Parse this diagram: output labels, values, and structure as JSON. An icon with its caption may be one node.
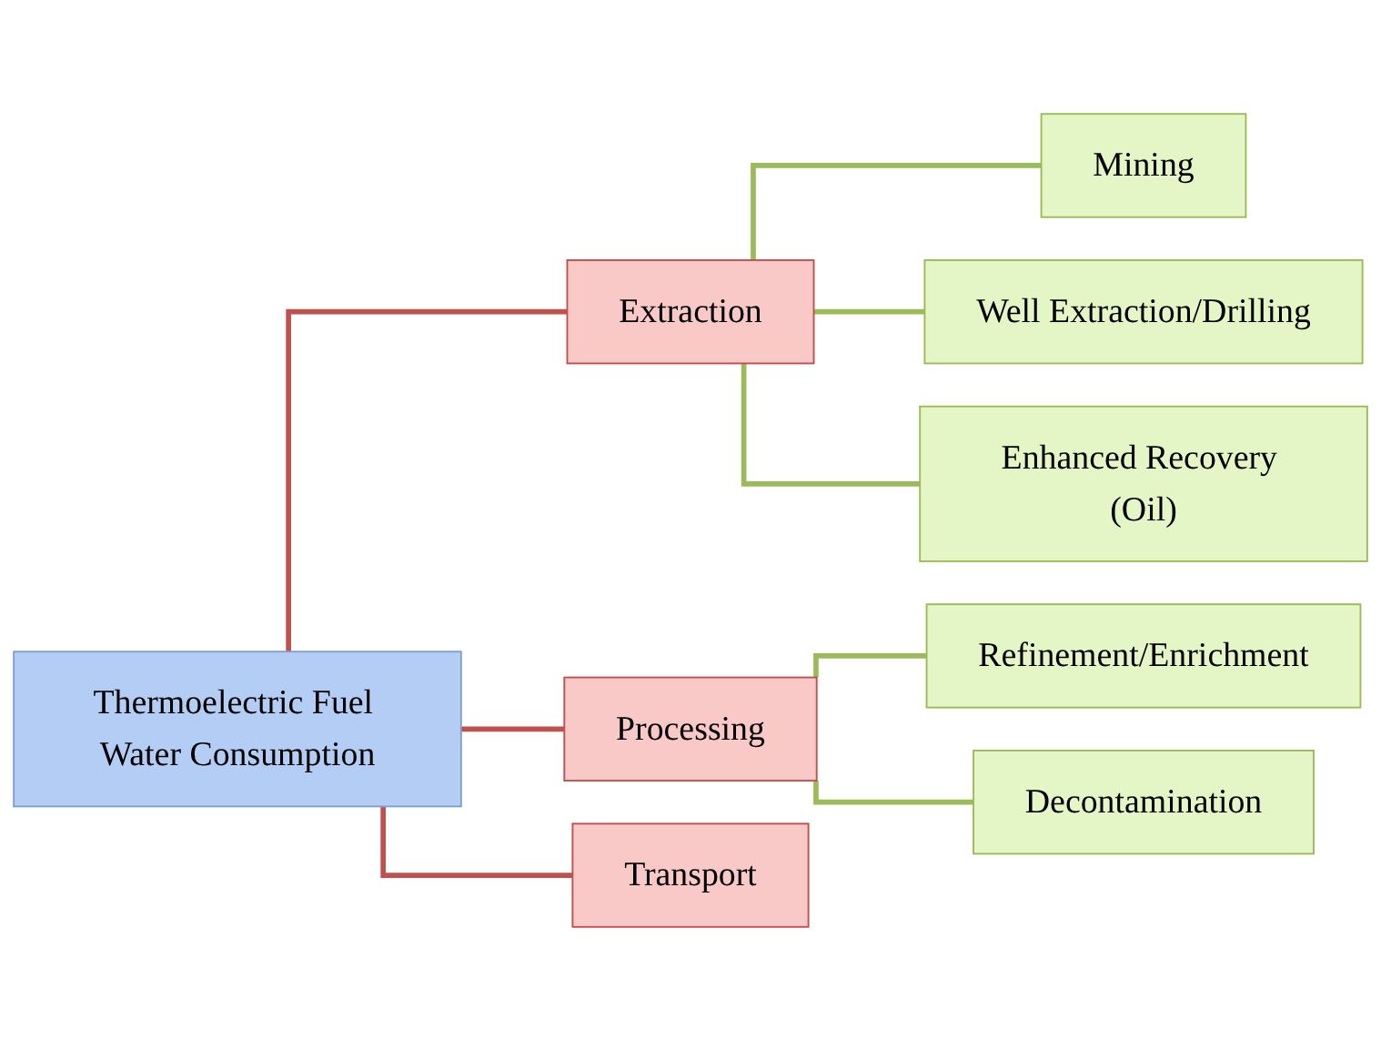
{
  "diagram": {
    "nodes": [
      {
        "text": [
          "Thermoelectric Fuel Water Consumption"
        ]
      },
      {
        "text": [
          "Extraction"
        ]
      },
      {
        "text": [
          "Processing"
        ]
      },
      {
        "text": [
          "Transport"
        ]
      },
      {
        "text": [
          "Mining"
        ]
      },
      {
        "text": [
          "Well Extraction/Drilling"
        ]
      },
      {
        "text": [
          "Enhanced Recovery (Oil)"
        ]
      },
      {
        "text": [
          "Refinement/Enrichment"
        ]
      },
      {
        "text": [
          "Decontamination"
        ]
      }
    ],
    "edges": [
      {
        "from": 0,
        "to": 1,
        "arrow": "none",
        "color": "#c0504d"
      },
      {
        "from": 0,
        "to": 2,
        "arrow": "none",
        "color": "#c0504d"
      },
      {
        "from": 0,
        "to": 3,
        "arrow": "none",
        "color": "#c0504d"
      },
      {
        "from": 1,
        "to": 4,
        "arrow": "none"
      },
      {
        "from": 1,
        "to": 5,
        "arrow": "none"
      },
      {
        "from": 1,
        "to": 6,
        "arrow": "none"
      },
      {
        "from": 2,
        "to": 7,
        "arrow": "none"
      },
      {
        "from": 2,
        "to": 8,
        "arrow": "none"
      }
    ]
  }
}
